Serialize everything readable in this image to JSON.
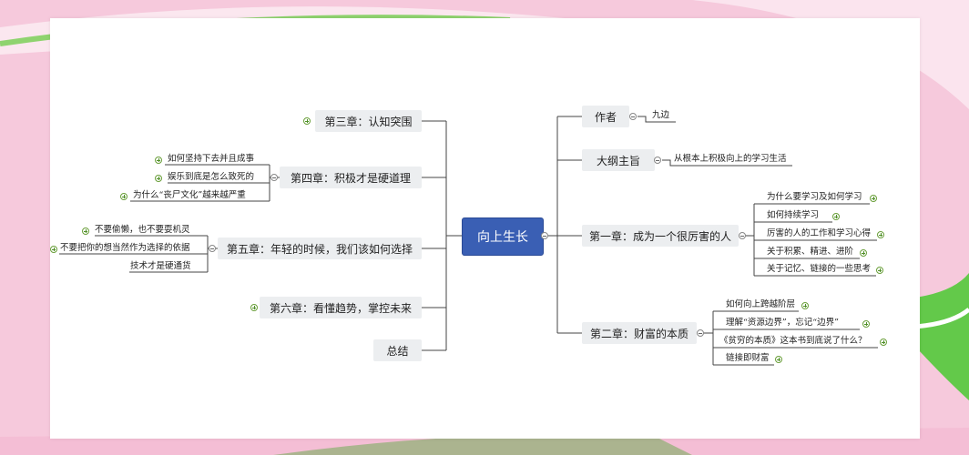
{
  "mindmap": {
    "root": "向上生长",
    "right": {
      "author": {
        "label": "作者",
        "child": "九边"
      },
      "outline": {
        "label": "大纲主旨",
        "child": "从根本上积极向上的学习生活"
      },
      "chapter1": {
        "label": "第一章：成为一个很厉害的人",
        "children": [
          "为什么要学习及如何学习",
          "如何持续学习",
          "厉害的人的工作和学习心得",
          "关于积累、精进、进阶",
          "关于记忆、链接的一些思考"
        ]
      },
      "chapter2": {
        "label": "第二章：财富的本质",
        "children": [
          "如何向上跨越阶层",
          "理解“资源边界”，忘记“边界”",
          "《贫穷的本质》这本书到底说了什么？",
          "链接即财富"
        ]
      }
    },
    "left": {
      "chapter3": {
        "label": "第三章：认知突围"
      },
      "chapter4": {
        "label": "第四章：积极才是硬道理",
        "children": [
          "如何坚持下去并且成事",
          "娱乐到底是怎么致死的",
          "为什么“丧尸文化”越来越严重"
        ]
      },
      "chapter5": {
        "label": "第五章：年轻的时候，我们该如何选择",
        "children": [
          "不要偷懒，也不要耍机灵",
          "不要把你的想当然作为选择的依据",
          "技术才是硬通货"
        ]
      },
      "chapter6": {
        "label": "第六章：看懂趋势，掌控未来"
      },
      "summary": {
        "label": "总结"
      }
    }
  },
  "colors": {
    "root": "#3a5fb4",
    "node": "#eceef0",
    "line": "#444444",
    "toggle": "#6a9f3a"
  }
}
